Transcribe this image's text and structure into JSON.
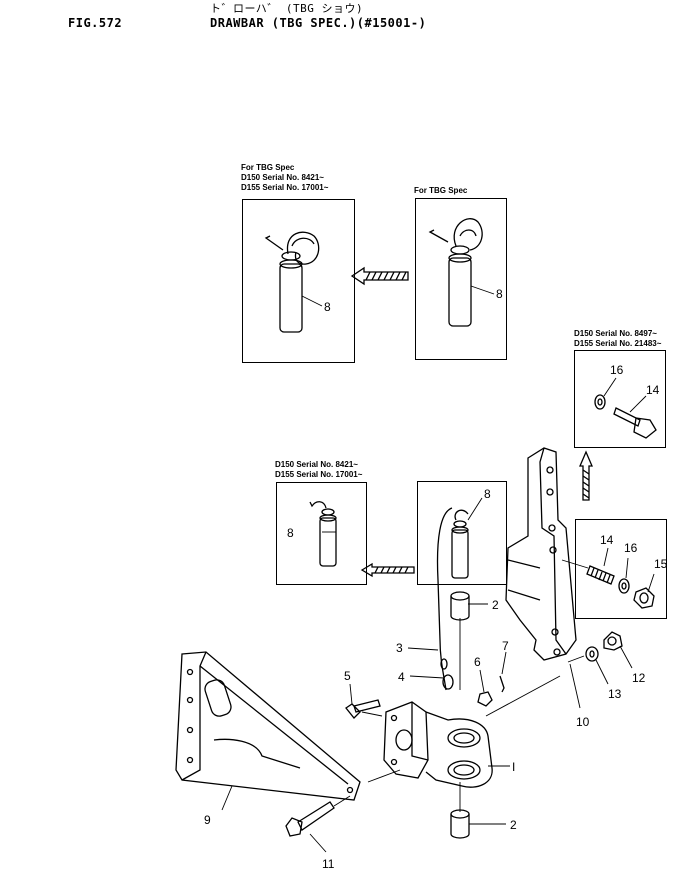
{
  "header": {
    "fig_no": "FIG.572",
    "title_jp": "ト゛ローハ゛ (TBG ショウ)",
    "title_en": "DRAWBAR (TBG SPEC.)(#15001-)"
  },
  "notes": {
    "top_left": [
      "For TBG Spec",
      "D150 Serial No. 8421~",
      "D155 Serial No. 17001~"
    ],
    "top_right": [
      "For TBG Spec"
    ],
    "right": [
      "D150 Serial No. 8497~",
      "D155 Serial No. 21483~"
    ],
    "mid_left": [
      "D150 Serial No. 8421~",
      "D155 Serial No. 17001~"
    ]
  },
  "labels": {
    "p8a": "8",
    "p8b": "8",
    "p8c": "8",
    "p8d": "8",
    "p16a": "16",
    "p14a": "14",
    "p14b": "14",
    "p16b": "16",
    "p15": "15",
    "p2a": "2",
    "p3": "3",
    "p4": "4",
    "p5": "5",
    "p6": "6",
    "p7": "7",
    "p12": "12",
    "p13": "13",
    "p10": "10",
    "p1": "I",
    "p9": "9",
    "p11": "11",
    "p2b": "2"
  }
}
